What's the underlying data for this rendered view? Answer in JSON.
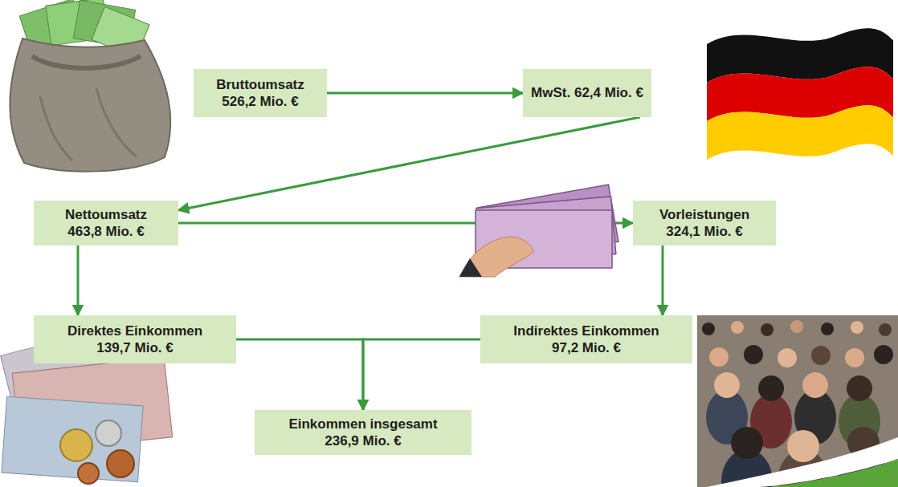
{
  "diagram": {
    "nodes": [
      {
        "text": [
          "Bruttoumsatz",
          "526,2 Mio. €"
        ]
      },
      {
        "text": [
          "MwSt. 62,4 Mio. €"
        ]
      },
      {
        "text": [
          "Nettoumsatz",
          "463,8 Mio. €"
        ]
      },
      {
        "text": [
          "Vorleistungen",
          "324,1 Mio. €"
        ]
      },
      {
        "text": [
          "Direktes Einkommen",
          "139,7 Mio. €"
        ]
      },
      {
        "text": [
          "Indirektes Einkommen",
          "97,2 Mio. €"
        ]
      },
      {
        "text": [
          "Einkommen insgesamt",
          "236,9 Mio. €"
        ]
      }
    ],
    "edges": [
      {
        "from": 0,
        "to": 1,
        "arrow": "to"
      },
      {
        "from": 1,
        "to": 2,
        "arrow": "to"
      },
      {
        "from": 2,
        "to": 3,
        "arrow": "to"
      },
      {
        "from": 2,
        "to": 4,
        "arrow": "to"
      },
      {
        "from": 3,
        "to": 5,
        "arrow": "to"
      },
      {
        "from": 4,
        "to": 6,
        "arrow": "to"
      },
      {
        "from": 5,
        "to": 6,
        "arrow": "to"
      }
    ]
  }
}
